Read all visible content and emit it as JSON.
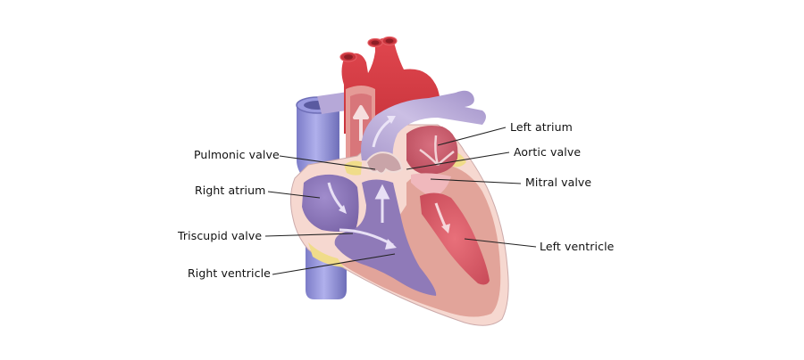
{
  "diagram": {
    "type": "anatomical-illustration",
    "subject": "Human heart cross-section",
    "colors": {
      "oxygenated": "#d9424a",
      "deoxygenated": "#9b8cc4",
      "vena_cava": "#8e8ed6",
      "muscle": "#e2a49a",
      "fat": "#f0dc8a",
      "lining": "#f6d8d0",
      "leader_line": "#222222"
    }
  },
  "labels": {
    "pulmonic_valve": "Pulmonic valve",
    "right_atrium": "Right atrium",
    "triscupid_valve": "Triscupid valve",
    "right_ventricle": "Right ventricle",
    "left_atrium": "Left atrium",
    "aortic_valve": "Aortic valve",
    "mitral_valve": "Mitral valve",
    "left_ventricle": "Left ventricle"
  }
}
